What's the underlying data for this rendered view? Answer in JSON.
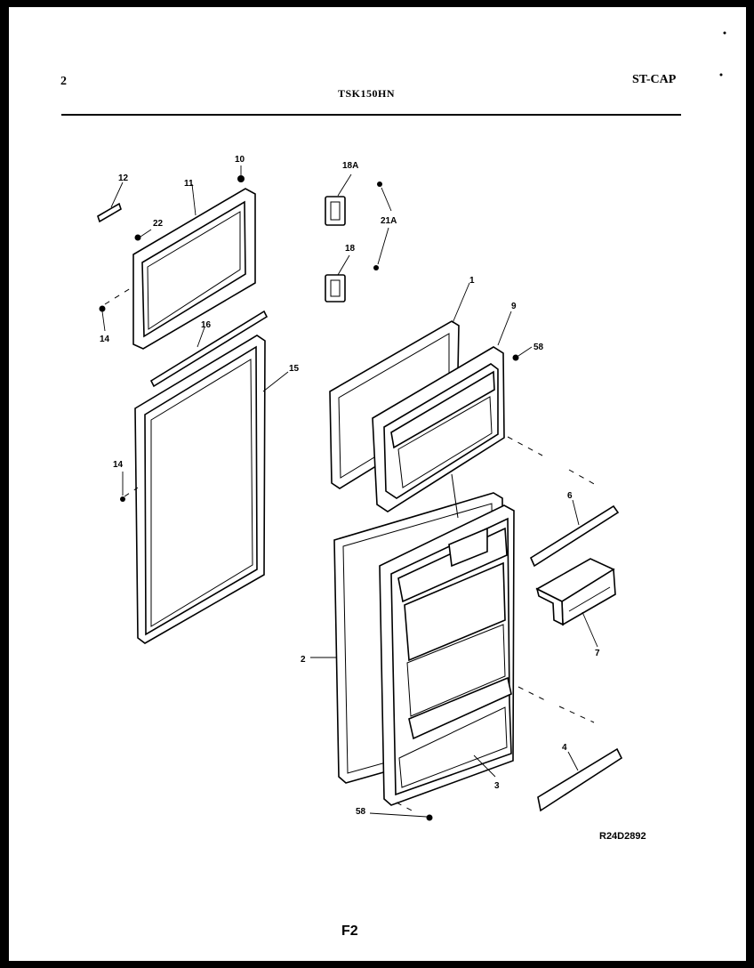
{
  "header": {
    "page_number": "2",
    "model": "TSK150HN",
    "code": "ST-CAP"
  },
  "footer": {
    "reference": "R24D2892",
    "figure": "F2"
  },
  "callouts": {
    "c1": "1",
    "c2": "2",
    "c3": "3",
    "c4": "4",
    "c6": "6",
    "c7": "7",
    "c9": "9",
    "c10": "10",
    "c11": "11",
    "c12": "12",
    "c14a": "14",
    "c14b": "14",
    "c15": "15",
    "c16": "16",
    "c18": "18",
    "c18a": "18A",
    "c21a": "21A",
    "c22": "22",
    "c58a": "58",
    "c58b": "58"
  }
}
